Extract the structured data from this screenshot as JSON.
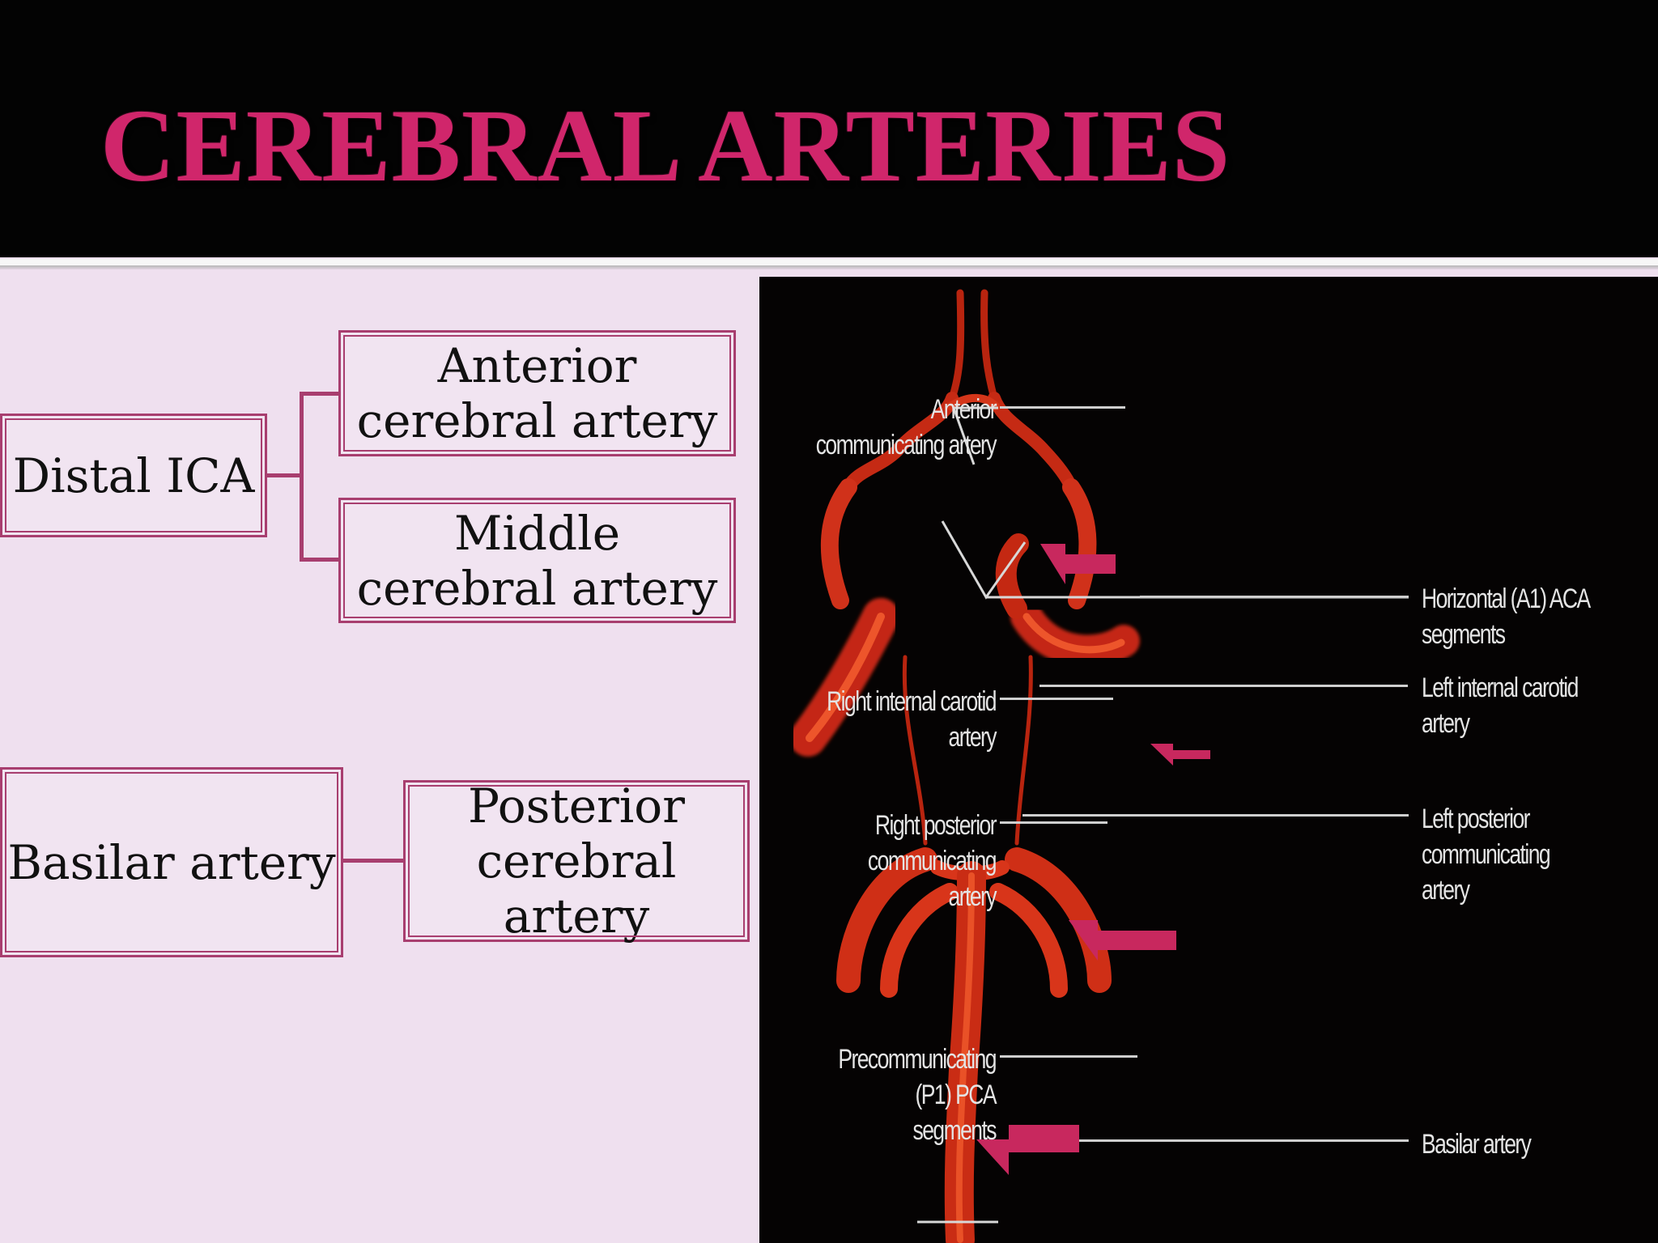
{
  "title": "CEREBRAL ARTERIES",
  "flowchart": {
    "distal_ica": "Distal ICA",
    "anterior": "Anterior\ncerebral artery",
    "middle": "Middle\ncerebral artery",
    "basilar": "Basilar artery",
    "posterior": "Posterior\ncerebral artery"
  },
  "anatomy_labels": {
    "anterior_communicating": "Anterior communicating artery",
    "horizontal_a1": "Horizontal (A1) ACA segments",
    "right_ica": "Right internal carotid artery",
    "left_ica": "Left internal carotid artery",
    "right_pcom": "Right posterior communicating\nartery",
    "left_pcom": "Left posterior communicating\nartery",
    "p1_segments": "Precommunicating (P1) PCA\nsegments",
    "basilar": "Basilar artery"
  },
  "colors": {
    "title": "#d0266b",
    "box_border": "#a83e6f",
    "arrow": "#c8285e",
    "vessel": "#d8321b",
    "panel_bg": "#efe0ef"
  }
}
